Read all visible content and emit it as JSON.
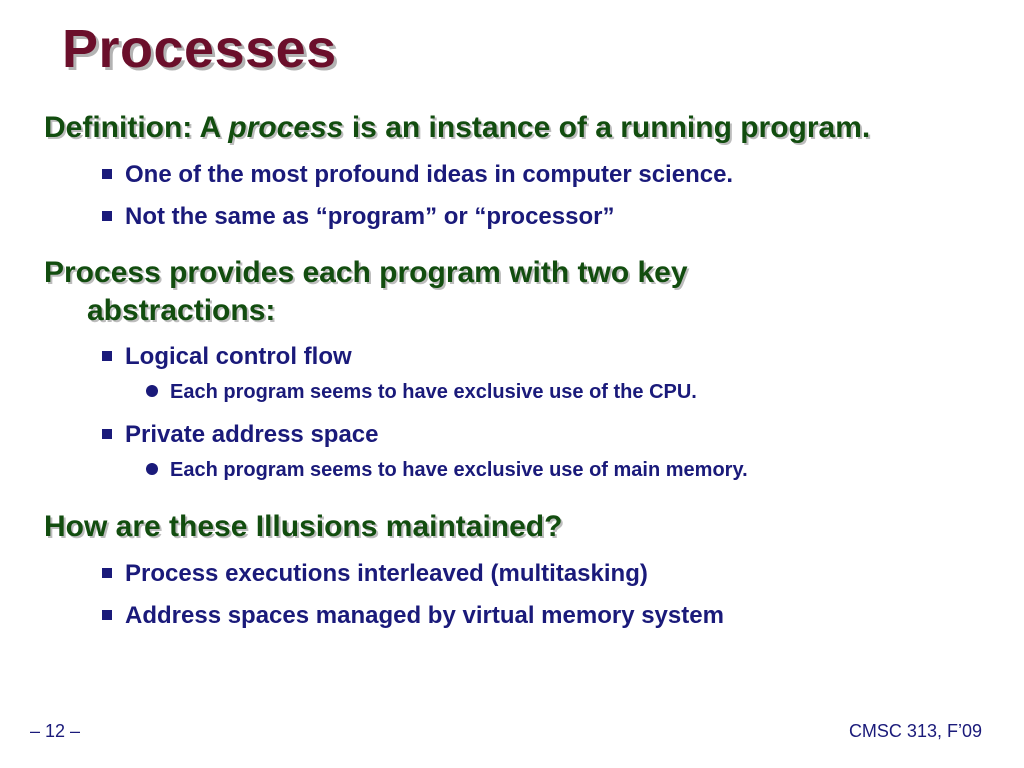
{
  "title": "Processes",
  "definition": {
    "prefix": "Definition: A ",
    "emphasis": "process",
    "suffix": " is an instance of a running program.",
    "bullets": [
      "One of the most profound ideas in computer science.",
      "Not the same as “program” or “processor”"
    ]
  },
  "abstractions": {
    "line1": "Process provides each program with two key",
    "line2": "abstractions:",
    "items": [
      {
        "label": "Logical control flow",
        "sub": "Each program seems to have exclusive use of the CPU."
      },
      {
        "label": "Private address space",
        "sub": "Each program seems to have exclusive use of main memory."
      }
    ]
  },
  "illusions": {
    "heading": "How are these Illusions maintained?",
    "bullets": [
      "Process executions interleaved (multitasking)",
      "Address spaces managed by virtual memory system"
    ]
  },
  "footer": {
    "page": "– 12 –",
    "course": "CMSC 313, F’09"
  },
  "colors": {
    "title": "#6b0f2b",
    "heading": "#124d0f",
    "body": "#1a1a7a"
  }
}
